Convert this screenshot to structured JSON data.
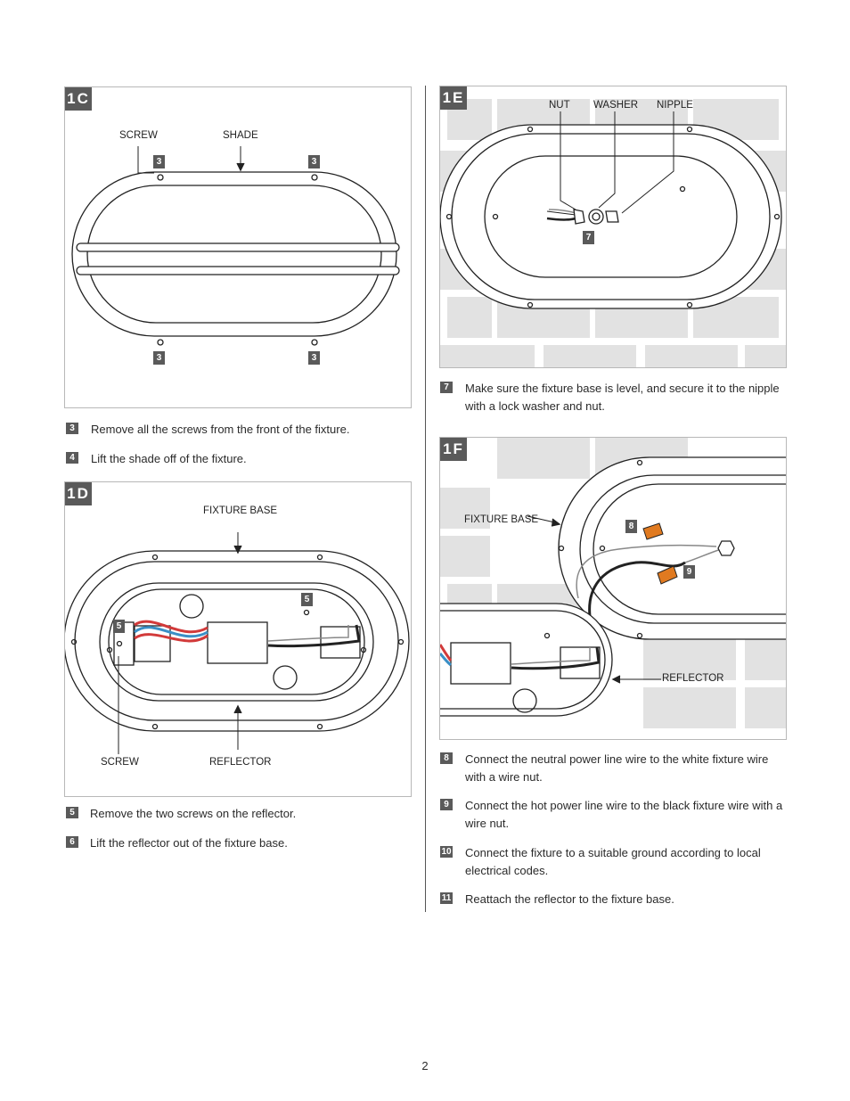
{
  "panels": {
    "c": {
      "tag": "1C",
      "labels": {
        "screw": "SCREW",
        "shade": "SHADE"
      },
      "markers": [
        "3",
        "3",
        "3",
        "3"
      ]
    },
    "d": {
      "tag": "1D",
      "labels": {
        "fixture_base": "FIXTURE BASE",
        "screw": "SCREW",
        "reflector": "REFLECTOR"
      },
      "markers": [
        "5",
        "5"
      ]
    },
    "e": {
      "tag": "1E",
      "labels": {
        "nut": "NUT",
        "washer": "WASHER",
        "nipple": "NIPPLE"
      },
      "markers": [
        "7"
      ]
    },
    "f": {
      "tag": "1F",
      "labels": {
        "fixture_base": "FIXTURE BASE",
        "reflector": "REFLECTOR"
      },
      "markers": [
        "8",
        "9"
      ]
    }
  },
  "steps": [
    {
      "num": "3",
      "text": "Remove all the screws from the front of the fixture."
    },
    {
      "num": "4",
      "text": "Lift the shade off of the fixture."
    },
    {
      "num": "5",
      "text": "Remove the two screws on the reflector."
    },
    {
      "num": "6",
      "text": "Lift the reflector out of the fixture base."
    },
    {
      "num": "7",
      "text": "Make sure the fixture base is level, and secure it to the nipple with a lock washer and nut."
    },
    {
      "num": "8",
      "text": "Connect the neutral power line wire to the white fixture wire with a wire nut."
    },
    {
      "num": "9",
      "text": "Connect the hot power line wire to the black fixture wire with a wire nut."
    },
    {
      "num": "10",
      "text": "Connect the fixture to a suitable ground according to local electrical codes."
    },
    {
      "num": "11",
      "text": "Reattach the reflector to the fixture base."
    }
  ],
  "page_number": "2",
  "colors": {
    "tag_bg": "#5a5a5a",
    "brick": "#e2e2e2",
    "wire_red": "#d23a3a",
    "wire_blue": "#3a8fc6",
    "wire_nut": "#e07a20"
  }
}
